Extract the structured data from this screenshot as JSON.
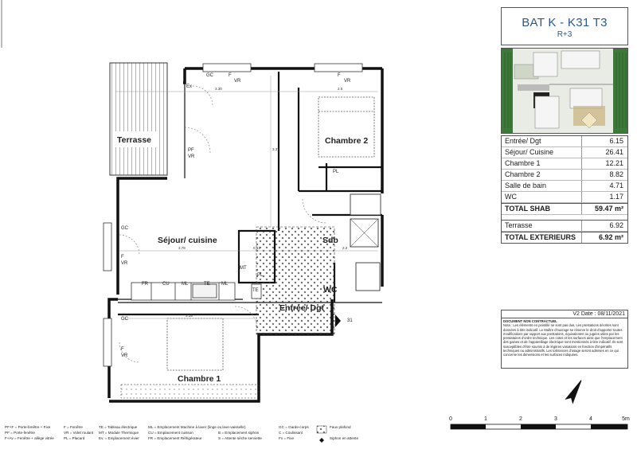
{
  "title": {
    "main": "BAT K - K31 T3",
    "floor": "R+3"
  },
  "areas": {
    "rows": [
      {
        "label": "Entrée/ Dgt",
        "value": "6.15"
      },
      {
        "label": "Séjour/ Cuisine",
        "value": "26.41"
      },
      {
        "label": "Chambre 1",
        "value": "12.21"
      },
      {
        "label": "Chambre 2",
        "value": "8.82"
      },
      {
        "label": "Salle de bain",
        "value": "4.71"
      },
      {
        "label": "WC",
        "value": "1.17"
      }
    ],
    "total_shab": {
      "label": "TOTAL SHAB",
      "value": "59.47 m²"
    },
    "exterior_rows": [
      {
        "label": "Terrasse",
        "value": "6.92"
      }
    ],
    "total_ext": {
      "label": "TOTAL EXTERIEURS",
      "value": "6.92 m²"
    }
  },
  "notes": {
    "date": "V2 Date : 08/11/2021",
    "heading": "DOCUMENT NON CONTRACTUEL",
    "body": "Nota : Les éléments en pointillé ne sont pas dus. Les prestations décrites sont données à titre indicatif. Le Maître d'ouvrage se réserve le droit d'apporter toutes modifications par rapport aux prestations, équivalentes ou jugées utiles par les prestataires d'ordre technique. Les cotes et les surfaces ainsi que l'emplacement des gaines et de l'appareillage électrique sont mentionnés à titre indicatif. Ils sont susceptibles d'être soumis à de légères variations en fonction d'impératifs techniques ou administratifs. Les tolérances d'usage seront admises en ce qui concerne les dimensions et les surfaces indiquées."
  },
  "rooms": {
    "terrasse": "Terrasse",
    "chambre2": "Chambre 2",
    "sejour": "Séjour/ cuisine",
    "sdb": "Sdb",
    "wc": "WC",
    "entree": "Entrée/ Dgt",
    "chambre1": "Chambre 1"
  },
  "plan_labels": {
    "gc_top": "GC",
    "f_top": "F",
    "vr_top1": "VR",
    "f_top2": "F",
    "vr_top2": "VR",
    "ex": "Ex",
    "pf": "PF",
    "vr_pf": "VR",
    "gc_left1": "GC",
    "f_left1": "F",
    "vr_left1": "VR",
    "gc_left2": "GC",
    "f_left2": "F",
    "vr_left2": "VR",
    "pl1": "PL",
    "pl2": "PL",
    "mt": "MT",
    "fr": "FR",
    "cu": "CU",
    "ml1": "ML",
    "te": "TE",
    "ml2": "ML",
    "te2": "TE",
    "door_num": "31",
    "dim_top1": "3.30",
    "dim_top2": "2.5",
    "dim_mid": "3.78",
    "dim_mid2": "0.81",
    "dim_mid3": "2.2",
    "dim_c1": "3.19",
    "dim_v": "3.37"
  },
  "legend": {
    "col1": [
      "PF+F = Porte-fenêtre + Fixe",
      "PF = Porte-fenêtre",
      "F+Av = Fenêtre + allège vitrée"
    ],
    "col2": [
      "F = Fenêtre",
      "VR = Volet roulant",
      "PL = Placard"
    ],
    "col3": [
      "TE = Tableau électrique",
      "MT = Module Thermique",
      "Ev. = Emplacement évier"
    ],
    "col4": [
      "ML = Emplacement Machine à laver (linge ou lave-vaisselle)",
      "CU = Emplacement cuisson",
      "FR = Emplacement Réfrigérateur"
    ],
    "col5": [
      "GC = Garde-corps",
      "C = Coulissant",
      "Fx = Fixe"
    ],
    "col5b": [
      "B = Emplacement siphon",
      "S = Attente sèche serviette"
    ],
    "col6": [
      "Faux plafond",
      "Siphon en attente"
    ]
  },
  "scale": {
    "ticks": [
      "0",
      "1",
      "2",
      "3",
      "4",
      "5m"
    ]
  },
  "colors": {
    "title_blue": "#2a5a8a",
    "green_site": "#3d7a3a"
  }
}
